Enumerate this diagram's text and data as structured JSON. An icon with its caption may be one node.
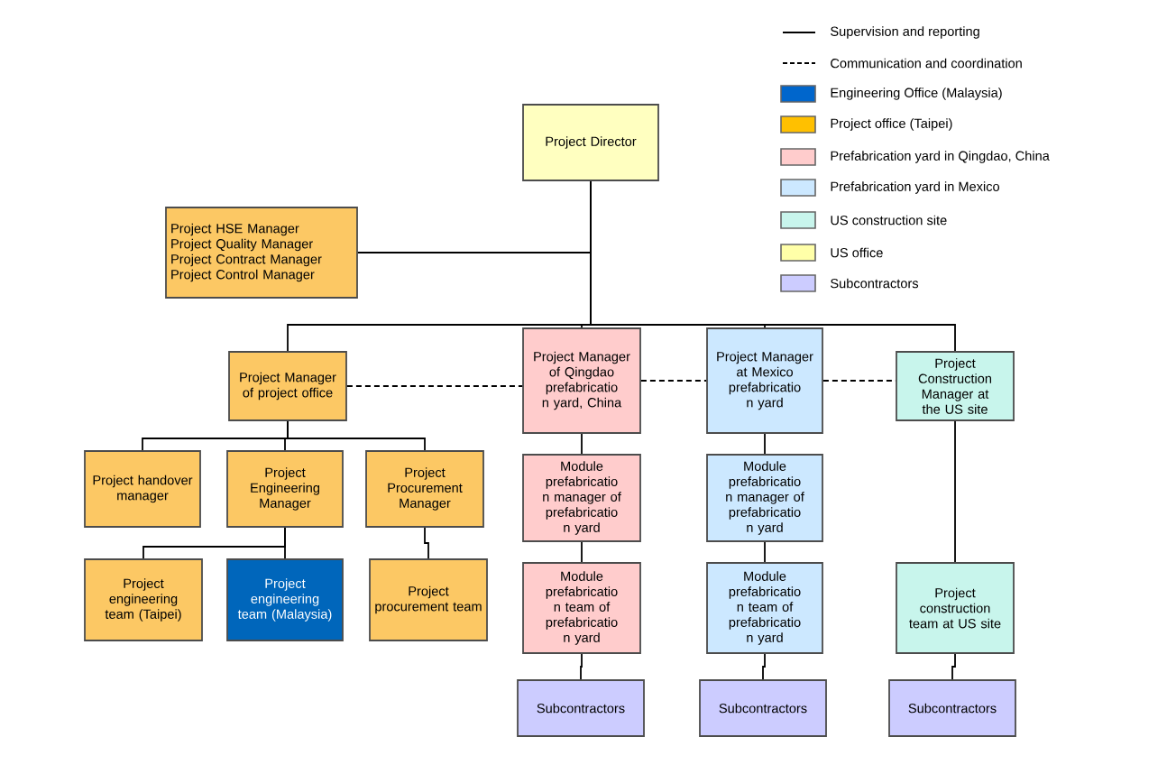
{
  "diagram": {
    "nodes": [
      {
        "text": [
          "Project Director"
        ]
      },
      {
        "text": [
          "Project HSE Manager",
          "Project Quality Manager",
          "Project Contract Manager",
          "Project Control Manager"
        ]
      },
      {
        "text": [
          "Project Manager of project office"
        ]
      },
      {
        "text": [
          "Project Manager of Qingdao prefabricatio n yard, China"
        ]
      },
      {
        "text": [
          "Project Manager at Mexico prefabricatio n yard"
        ]
      },
      {
        "text": [
          "Project Construction Manager at the US site"
        ]
      },
      {
        "text": [
          "Project handover manager"
        ]
      },
      {
        "text": [
          "Project Engineering Manager"
        ]
      },
      {
        "text": [
          "Project Procurement Manager"
        ]
      },
      {
        "text": [
          "Module prefabricatio n manager of prefabricatio n yard"
        ]
      },
      {
        "text": [
          "Module prefabricatio n manager of prefabricatio n yard"
        ]
      },
      {
        "text": [
          "Project engineering team (Taipei)"
        ]
      },
      {
        "text": [
          "Project engineering team (Malaysia)"
        ]
      },
      {
        "text": [
          "Project procurement team"
        ]
      },
      {
        "text": [
          "Module prefabricatio n team of prefabricatio n yard"
        ]
      },
      {
        "text": [
          "Module prefabricatio n team of prefabricatio n yard"
        ]
      },
      {
        "text": [
          "Project construction team at US site"
        ]
      },
      {
        "text": [
          "Subcontractors"
        ]
      },
      {
        "text": [
          "Subcontractors"
        ]
      },
      {
        "text": [
          "Subcontractors"
        ]
      }
    ],
    "edges": [
      {
        "from": 0,
        "to": 1,
        "arrow": "none"
      },
      {
        "from": 0,
        "to": 2,
        "arrow": "none"
      },
      {
        "from": 0,
        "to": 3,
        "arrow": "none"
      },
      {
        "from": 0,
        "to": 4,
        "arrow": "none"
      },
      {
        "from": 0,
        "to": 5,
        "arrow": "none"
      },
      {
        "from": 2,
        "to": 6,
        "arrow": "none"
      },
      {
        "from": 2,
        "to": 7,
        "arrow": "none"
      },
      {
        "from": 2,
        "to": 8,
        "arrow": "none"
      },
      {
        "from": 7,
        "to": 11,
        "arrow": "none"
      },
      {
        "from": 7,
        "to": 12,
        "arrow": "none"
      },
      {
        "from": 8,
        "to": 13,
        "arrow": "none"
      },
      {
        "from": 3,
        "to": 9,
        "arrow": "none"
      },
      {
        "from": 9,
        "to": 14,
        "arrow": "none"
      },
      {
        "from": 14,
        "to": 17,
        "arrow": "none"
      },
      {
        "from": 4,
        "to": 10,
        "arrow": "none"
      },
      {
        "from": 10,
        "to": 15,
        "arrow": "none"
      },
      {
        "from": 15,
        "to": 18,
        "arrow": "none"
      },
      {
        "from": 5,
        "to": 16,
        "arrow": "none"
      },
      {
        "from": 16,
        "to": 19,
        "arrow": "none"
      },
      {
        "from": 2,
        "to": 3,
        "arrow": "none",
        "style": "dashed"
      },
      {
        "from": 3,
        "to": 4,
        "arrow": "none",
        "style": "dashed"
      },
      {
        "from": 4,
        "to": 5,
        "arrow": "none",
        "style": "dashed"
      }
    ],
    "legend": [
      {
        "text": "Supervision and reporting"
      },
      {
        "text": "Communication and coordination"
      },
      {
        "text": "Engineering Office (Malaysia)",
        "color": "#0066cc"
      },
      {
        "text": "Project office (Taipei)",
        "color": "#ffc000"
      },
      {
        "text": "Prefabrication yard in Qingdao, China",
        "color": "#ffcccc"
      },
      {
        "text": "Prefabrication yard in Mexico",
        "color": "#cce8ff"
      },
      {
        "text": "US construction site",
        "color": "#c8f5ec"
      },
      {
        "text": "US office",
        "color": "#ffffa8"
      },
      {
        "text": "Subcontractors",
        "color": "#ccccff"
      }
    ]
  }
}
